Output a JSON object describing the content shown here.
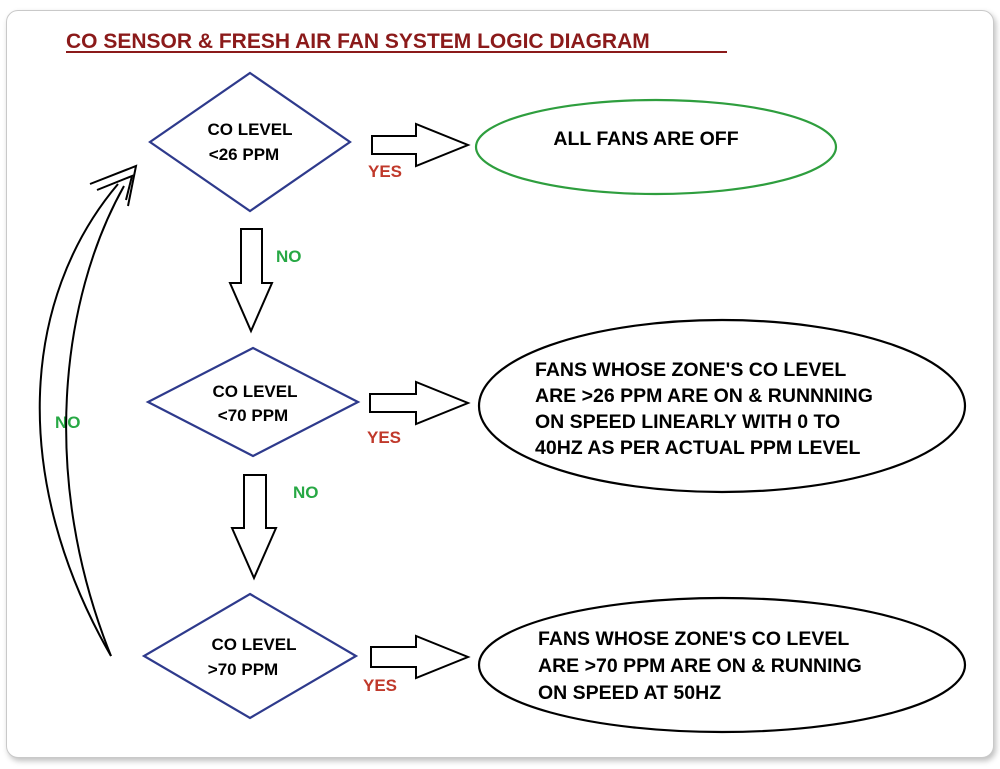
{
  "title": "CO SENSOR & FRESH AIR FAN SYSTEM LOGIC DIAGRAM",
  "decisions": [
    {
      "line1": "CO LEVEL",
      "line2": "<26 PPM"
    },
    {
      "line1": "CO LEVEL",
      "line2": "<70 PPM"
    },
    {
      "line1": "CO LEVEL",
      "line2": ">70 PPM"
    }
  ],
  "outcomes": [
    {
      "lines": [
        "ALL FANS ARE OFF"
      ]
    },
    {
      "lines": [
        "FANS WHOSE ZONE'S CO LEVEL",
        "ARE >26 PPM ARE ON & RUNNNING",
        "ON SPEED LINEARLY  WITH 0 TO",
        "40HZ AS PER ACTUAL PPM LEVEL"
      ]
    },
    {
      "lines": [
        "FANS WHOSE ZONE'S CO LEVEL",
        "ARE >70 PPM ARE ON & RUNNING",
        "ON SPEED AT 50HZ"
      ]
    }
  ],
  "labels": {
    "yes": "YES",
    "no": "NO"
  },
  "colors": {
    "title": "#8b1a1a",
    "decision_border": "#2e3a8c",
    "first_outcome_border": "#2e9e3e",
    "outcome_border": "#000000",
    "yes": "#c0392b",
    "no": "#27a844"
  }
}
